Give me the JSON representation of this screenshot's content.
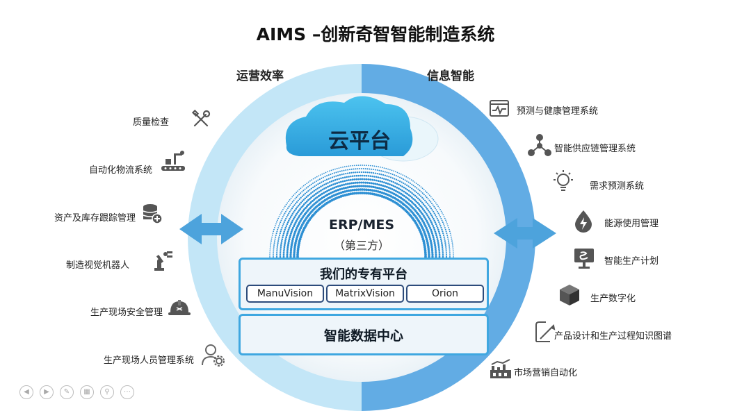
{
  "title": "AIMS –创新奇智智能制造系统",
  "headers": {
    "left": "运营效率",
    "right": "信息智能"
  },
  "cloud": "云平台",
  "erp": {
    "title": "ERP/MES",
    "subtitle": "（第三方）"
  },
  "platform": {
    "title": "我们的专有平台",
    "products": [
      "ManuVision",
      "MatrixVision",
      "Orion"
    ]
  },
  "data_center": "智能数据中心",
  "left_items": [
    {
      "label": "质量检查",
      "icon": "tools-icon"
    },
    {
      "label": "自动化物流系统",
      "icon": "robot-conveyor-icon"
    },
    {
      "label": "资产及库存跟踪管理",
      "icon": "database-plus-icon"
    },
    {
      "label": "制造视觉机器人",
      "icon": "robot-arm-icon"
    },
    {
      "label": "生产现场安全管理",
      "icon": "safety-helmet-icon"
    },
    {
      "label": "生产现场人员管理系统",
      "icon": "person-gear-icon"
    }
  ],
  "right_items": [
    {
      "label": "预测与健康管理系统",
      "icon": "monitor-pulse-icon"
    },
    {
      "label": "智能供应链管理系统",
      "icon": "network-nodes-icon"
    },
    {
      "label": "需求预测系统",
      "icon": "lightbulb-icon"
    },
    {
      "label": "能源使用管理",
      "icon": "energy-drop-icon"
    },
    {
      "label": "智能生产计划",
      "icon": "presentation-board-icon"
    },
    {
      "label": "生产数字化",
      "icon": "cube-icon"
    },
    {
      "label": "产品设计和生产过程知识图谱",
      "icon": "design-pen-icon"
    },
    {
      "label": "市场营销自动化",
      "icon": "factory-chart-icon"
    }
  ],
  "colors": {
    "ring_left": "#c6e8f8",
    "ring_right": "#5aa7e3",
    "panel_border": "#3fa7e0",
    "arrow": "#4da3dc"
  }
}
